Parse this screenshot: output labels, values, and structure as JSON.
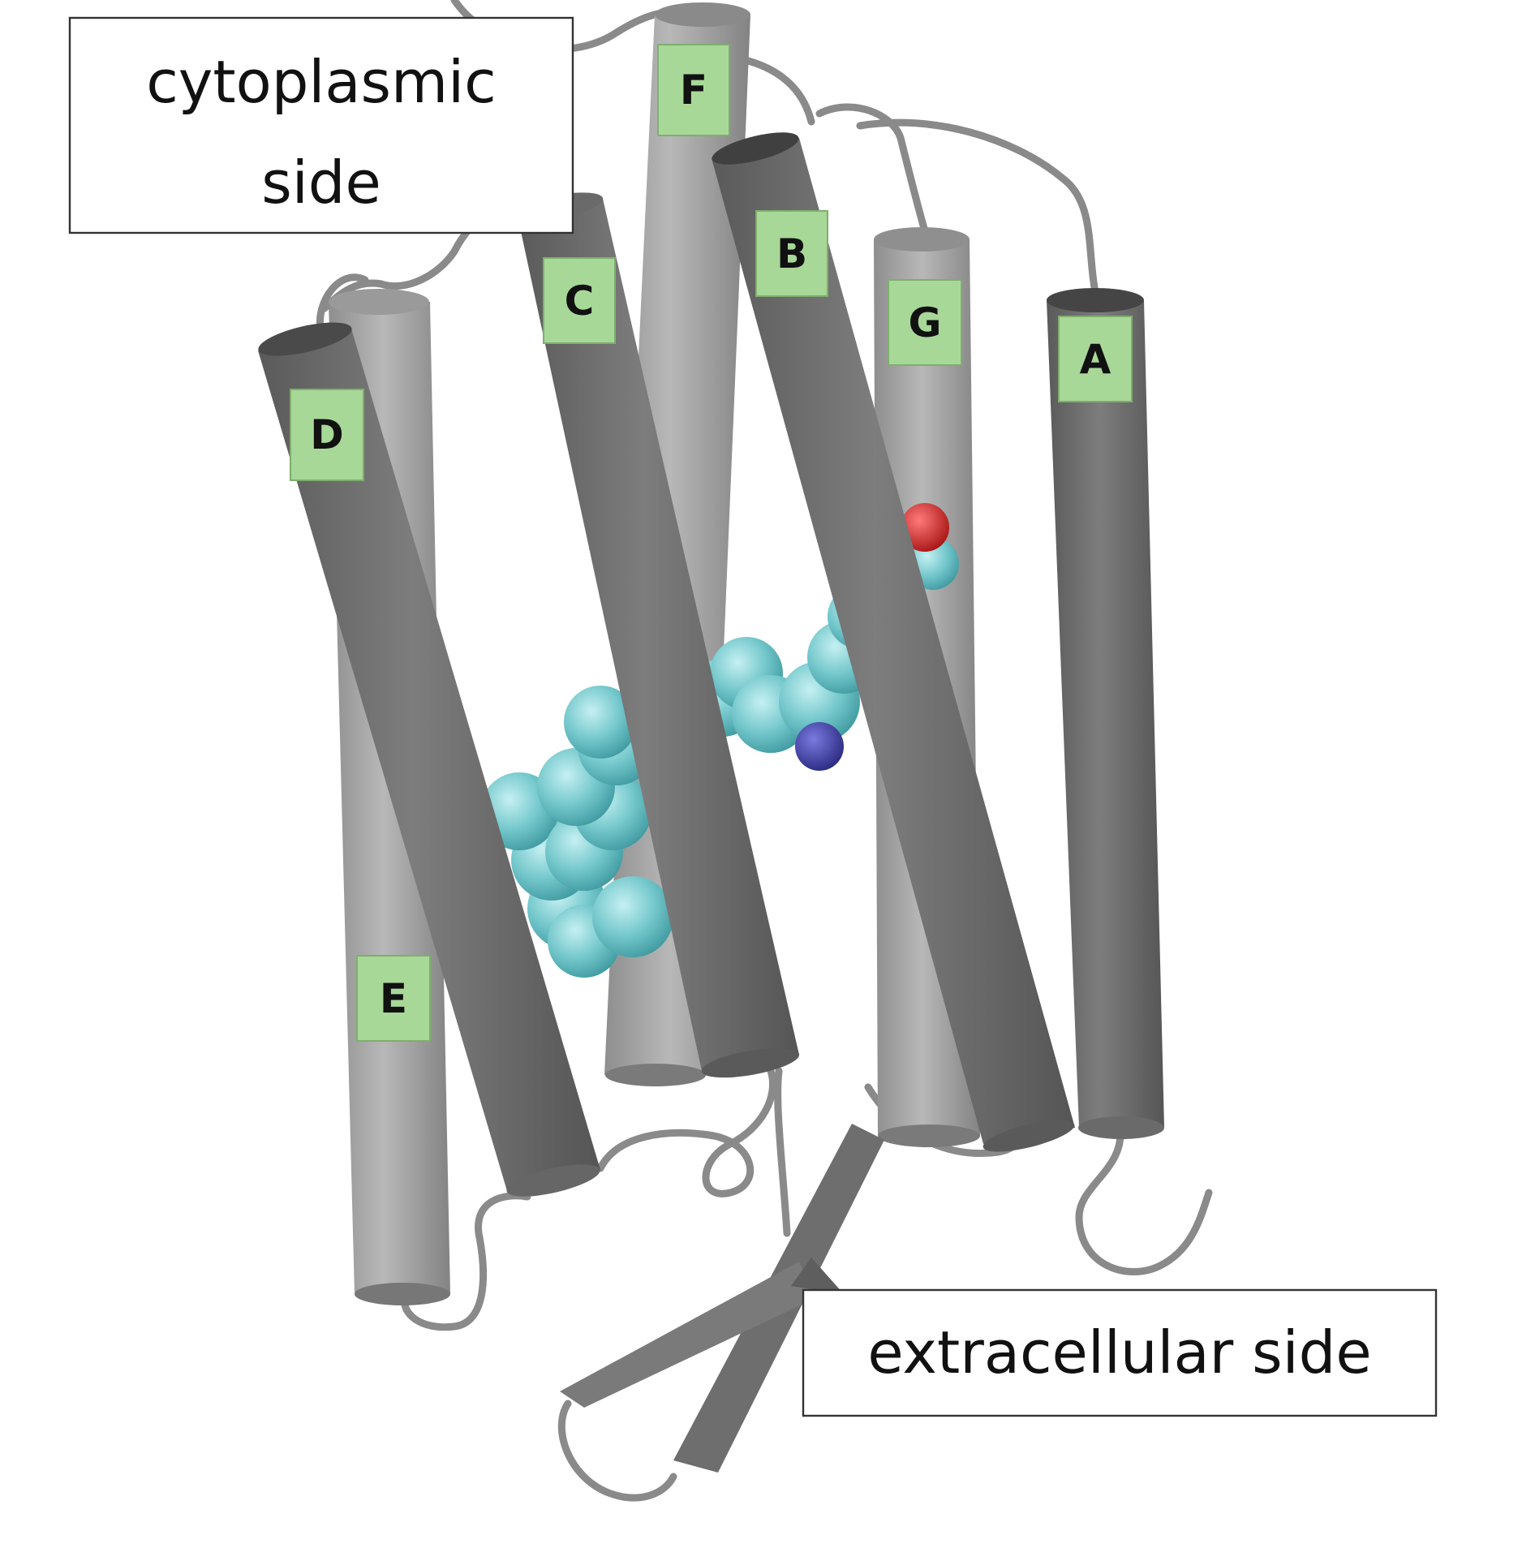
{
  "labels": {
    "cytoplasmic_line1": "cytoplasmic",
    "cytoplasmic_line2": "side",
    "extracellular": "extracellular side"
  },
  "helices": [
    {
      "id": "A",
      "label": "A"
    },
    {
      "id": "B",
      "label": "B"
    },
    {
      "id": "C",
      "label": "C"
    },
    {
      "id": "D",
      "label": "D"
    },
    {
      "id": "E",
      "label": "E"
    },
    {
      "id": "F",
      "label": "F"
    },
    {
      "id": "G",
      "label": "G"
    }
  ],
  "colors": {
    "helix_light": "#a9a9a9",
    "helix_mid": "#8c8c8c",
    "helix_dark": "#5f5f5f",
    "label_fill": "#a8d898",
    "ligand": "#74c8cc",
    "nitrogen": "#3d3d9e",
    "oxygen": "#d92b2b"
  }
}
